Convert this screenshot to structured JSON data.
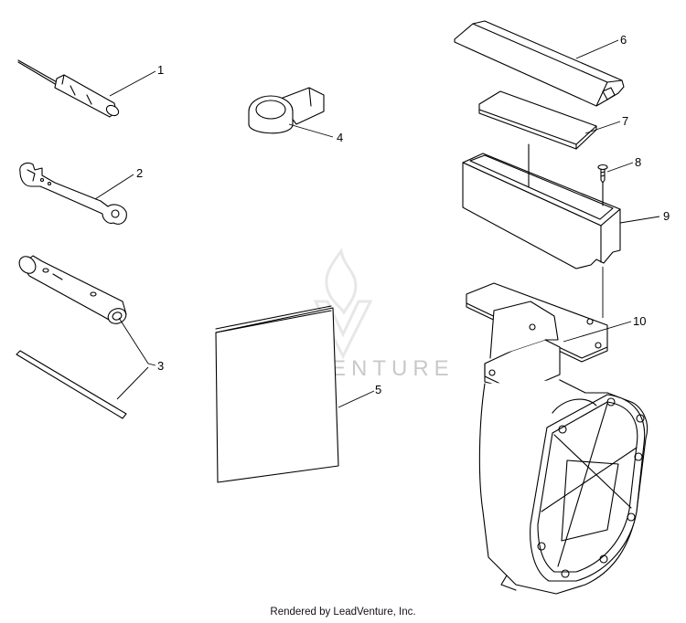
{
  "diagram": {
    "callouts": [
      "1",
      "2",
      "3",
      "4",
      "5",
      "6",
      "7",
      "8",
      "9",
      "10"
    ],
    "watermark": "LEADVENTURE",
    "footer": "Rendered by LeadVenture, Inc."
  },
  "parts": [
    {
      "id": "screwdriver",
      "icon": "screwdriver-icon"
    },
    {
      "id": "wrench",
      "icon": "wrench-icon"
    },
    {
      "id": "spark-plug-socket",
      "icon": "socket-wrench-icon"
    },
    {
      "id": "tommy-bar",
      "icon": "rod-icon"
    },
    {
      "id": "strap",
      "icon": "strap-icon"
    },
    {
      "id": "manual",
      "icon": "book-icon"
    },
    {
      "id": "lid",
      "icon": "lid-icon"
    },
    {
      "id": "pad",
      "icon": "pad-icon"
    },
    {
      "id": "screw",
      "icon": "screw-icon"
    },
    {
      "id": "tray",
      "icon": "tray-icon"
    },
    {
      "id": "housing",
      "icon": "housing-icon"
    }
  ],
  "colors": {
    "ink": "#000000",
    "watermark": "#c9c9c9",
    "background": "#ffffff"
  }
}
